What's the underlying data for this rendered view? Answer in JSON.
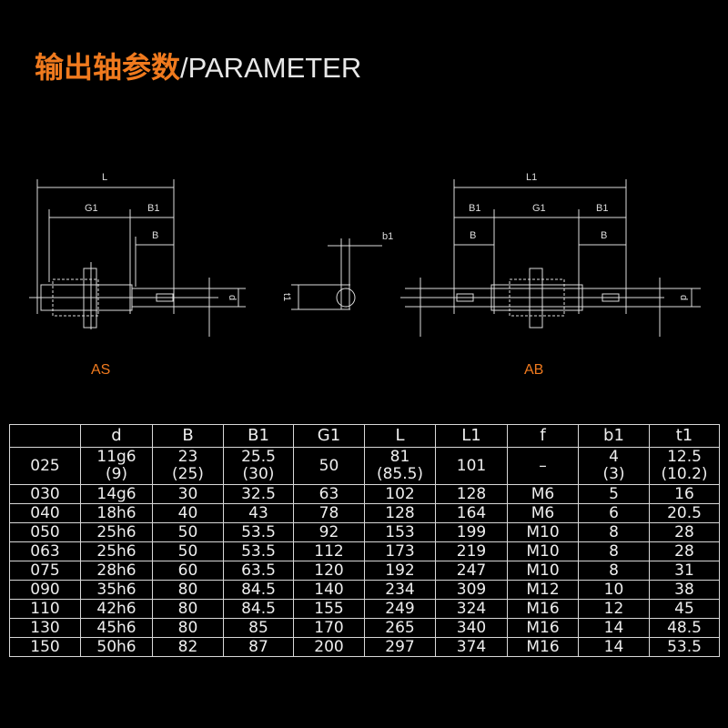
{
  "title": {
    "cn": "输出轴参数",
    "en": "/PARAMETER"
  },
  "diagram": {
    "as": {
      "label": "AS",
      "dims": {
        "L": "L",
        "G1": "G1",
        "B1": "B1",
        "B": "B",
        "d": "d"
      }
    },
    "section": {
      "b1": "b1",
      "t1": "t1"
    },
    "ab": {
      "label": "AB",
      "dims": {
        "L1": "L1",
        "B1a": "B1",
        "G1": "G1",
        "B1b": "B1",
        "Ba": "B",
        "Bb": "B",
        "d": "d"
      }
    },
    "accent": "#f07a1e"
  },
  "table": {
    "headers": [
      "",
      "d",
      "B",
      "B1",
      "G1",
      "L",
      "L1",
      "f",
      "b1",
      "t1"
    ],
    "rows": [
      [
        [
          "025"
        ],
        [
          "11g6",
          "(9)"
        ],
        [
          "23",
          "(25)"
        ],
        [
          "25.5",
          "(30)"
        ],
        [
          "50"
        ],
        [
          "81",
          "(85.5)"
        ],
        [
          "101"
        ],
        [
          "–"
        ],
        [
          "4",
          "(3)"
        ],
        [
          "12.5",
          "(10.2)"
        ]
      ],
      [
        [
          "030"
        ],
        [
          "14g6"
        ],
        [
          "30"
        ],
        [
          "32.5"
        ],
        [
          "63"
        ],
        [
          "102"
        ],
        [
          "128"
        ],
        [
          "M6"
        ],
        [
          "5"
        ],
        [
          "16"
        ]
      ],
      [
        [
          "040"
        ],
        [
          "18h6"
        ],
        [
          "40"
        ],
        [
          "43"
        ],
        [
          "78"
        ],
        [
          "128"
        ],
        [
          "164"
        ],
        [
          "M6"
        ],
        [
          "6"
        ],
        [
          "20.5"
        ]
      ],
      [
        [
          "050"
        ],
        [
          "25h6"
        ],
        [
          "50"
        ],
        [
          "53.5"
        ],
        [
          "92"
        ],
        [
          "153"
        ],
        [
          "199"
        ],
        [
          "M10"
        ],
        [
          "8"
        ],
        [
          "28"
        ]
      ],
      [
        [
          "063"
        ],
        [
          "25h6"
        ],
        [
          "50"
        ],
        [
          "53.5"
        ],
        [
          "112"
        ],
        [
          "173"
        ],
        [
          "219"
        ],
        [
          "M10"
        ],
        [
          "8"
        ],
        [
          "28"
        ]
      ],
      [
        [
          "075"
        ],
        [
          "28h6"
        ],
        [
          "60"
        ],
        [
          "63.5"
        ],
        [
          "120"
        ],
        [
          "192"
        ],
        [
          "247"
        ],
        [
          "M10"
        ],
        [
          "8"
        ],
        [
          "31"
        ]
      ],
      [
        [
          "090"
        ],
        [
          "35h6"
        ],
        [
          "80"
        ],
        [
          "84.5"
        ],
        [
          "140"
        ],
        [
          "234"
        ],
        [
          "309"
        ],
        [
          "M12"
        ],
        [
          "10"
        ],
        [
          "38"
        ]
      ],
      [
        [
          "110"
        ],
        [
          "42h6"
        ],
        [
          "80"
        ],
        [
          "84.5"
        ],
        [
          "155"
        ],
        [
          "249"
        ],
        [
          "324"
        ],
        [
          "M16"
        ],
        [
          "12"
        ],
        [
          "45"
        ]
      ],
      [
        [
          "130"
        ],
        [
          "45h6"
        ],
        [
          "80"
        ],
        [
          "85"
        ],
        [
          "170"
        ],
        [
          "265"
        ],
        [
          "340"
        ],
        [
          "M16"
        ],
        [
          "14"
        ],
        [
          "48.5"
        ]
      ],
      [
        [
          "150"
        ],
        [
          "50h6"
        ],
        [
          "82"
        ],
        [
          "87"
        ],
        [
          "200"
        ],
        [
          "297"
        ],
        [
          "374"
        ],
        [
          "M16"
        ],
        [
          "14"
        ],
        [
          "53.5"
        ]
      ]
    ]
  }
}
